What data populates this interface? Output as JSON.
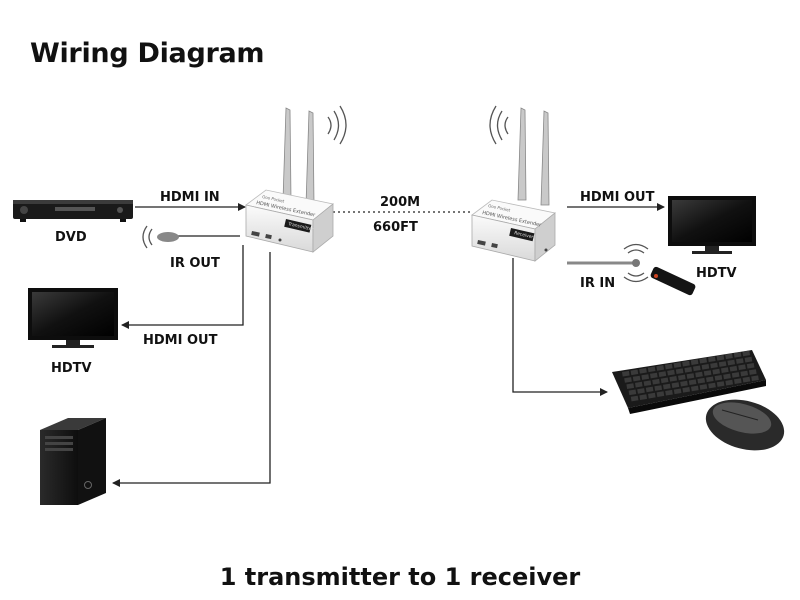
{
  "title": "Wiring Diagram",
  "footer": "1 transmitter to 1 receiver",
  "labels": {
    "hdmi_in": "HDMI IN",
    "dvd": "DVD",
    "ir_out": "IR OUT",
    "tx_hdmi_out": "HDMI OUT",
    "hdtv_left": "HDTV",
    "distance_m": "200M",
    "distance_ft": "660FT",
    "rx_hdmi_out": "HDMI OUT",
    "ir_in": "IR IN",
    "hdtv_right": "HDTV"
  },
  "device_text": {
    "tx_brand": "Ooo Pocket",
    "tx_model": "HDMI Wireless Extender",
    "tx_badge": "Transmitter",
    "rx_brand": "Ooo Pocket",
    "rx_model": "HDMI Wireless Extender",
    "rx_badge": "Receiver"
  },
  "colors": {
    "line": "#222222",
    "device": "#f2f2f2",
    "dark": "#1b1b1b"
  }
}
